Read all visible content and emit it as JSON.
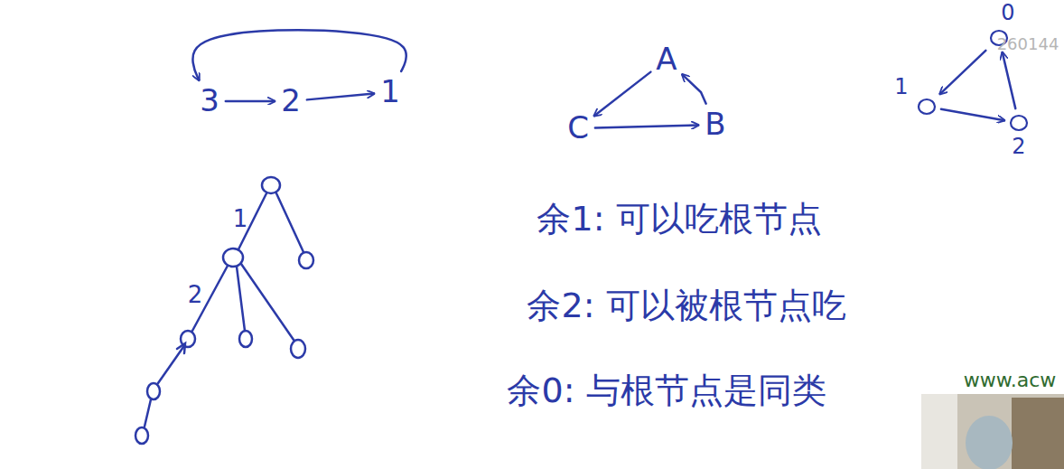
{
  "diagram": {
    "nodes": [
      {
        "text": [
          "3"
        ]
      },
      {
        "text": [
          "2"
        ]
      },
      {
        "text": [
          "1"
        ]
      },
      {
        "text": [
          "A"
        ]
      },
      {
        "text": [
          "C"
        ]
      },
      {
        "text": [
          "B"
        ]
      },
      {
        "text": [
          "0"
        ]
      },
      {
        "text": [
          "1"
        ]
      },
      {
        "text": [
          "2"
        ]
      }
    ],
    "edges": [
      {
        "from": 0,
        "to": 1,
        "arrow": "to"
      },
      {
        "from": 1,
        "to": 2,
        "arrow": "to"
      },
      {
        "from": 2,
        "to": 0,
        "arrow": "to"
      },
      {
        "from": 3,
        "to": 4,
        "arrow": "to"
      },
      {
        "from": 4,
        "to": 5,
        "arrow": "to"
      },
      {
        "from": 5,
        "to": 3,
        "arrow": "to"
      },
      {
        "from": 6,
        "to": 7,
        "arrow": "to"
      },
      {
        "from": 7,
        "to": 8,
        "arrow": "to"
      },
      {
        "from": 8,
        "to": 6,
        "arrow": "to"
      }
    ],
    "labels": [
      "1",
      "2",
      "余1: 可以吃根节点",
      "余2: 可以被根节点吃",
      "余0: 与根节点是同类",
      "www.acw",
      "260144"
    ]
  }
}
